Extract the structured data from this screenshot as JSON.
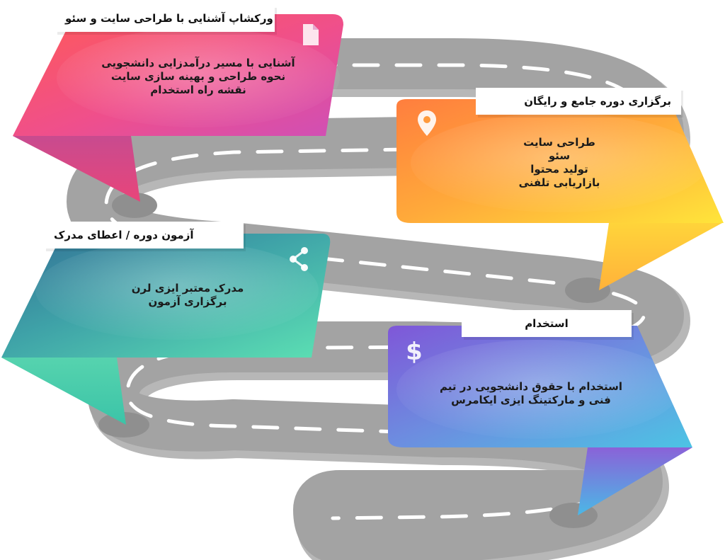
{
  "steps": [
    {
      "title": "ورکشاپ آشنایی با طراحی سایت و سئو",
      "lines": [
        "آشنایی با مسیر درآمدزایی دانشجویی",
        "نحوه طراحی و بهینه سازی سایت",
        "نقشه راه استخدام"
      ],
      "icon": "document-icon",
      "colors": [
        "#ff4f5e",
        "#d34fb2"
      ]
    },
    {
      "title": "برگزاری دوره جامع و رایگان",
      "lines": [
        "طراحی سایت",
        "سئو",
        "تولید محتوا",
        "بازاریابی تلفنی"
      ],
      "icon": "location-pin-icon",
      "colors": [
        "#ff8a3c",
        "#ffd93c"
      ]
    },
    {
      "title": "آزمون دوره / اعطای مدرک",
      "lines": [
        "مدرک معتبر ایزی لرن",
        "برگزاری آزمون"
      ],
      "icon": "share-icon",
      "colors": [
        "#3a7fa0",
        "#59d8b2"
      ]
    },
    {
      "title": "استخدام",
      "lines": [
        "استخدام با حقوق دانشجویی در تیم",
        "فنی و مارکتینگ ایزی ایکامرس"
      ],
      "icon": "dollar-icon",
      "colors": [
        "#7a5cd6",
        "#4fc2e6"
      ]
    }
  ]
}
